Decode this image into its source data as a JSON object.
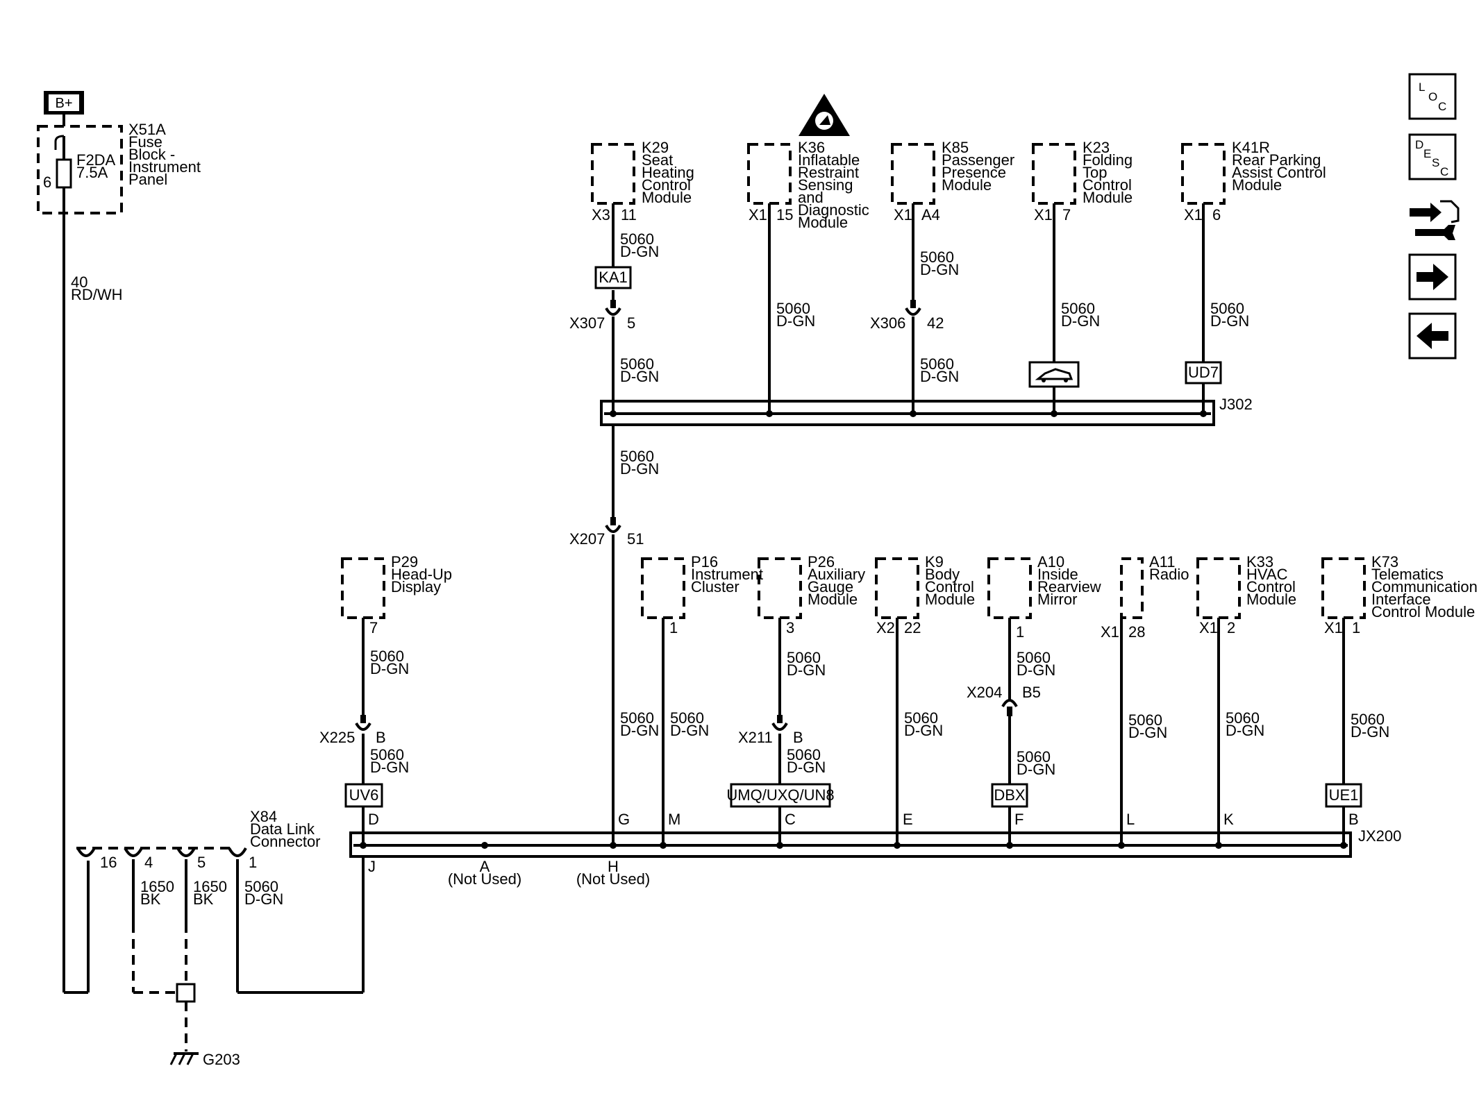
{
  "power": {
    "label": "B+"
  },
  "fuse_block": {
    "name": "X51A",
    "desc": [
      "Fuse",
      "Block -",
      "Instrument",
      "Panel"
    ],
    "fuse": "F2DA",
    "rating": "7.5A",
    "pin": "6"
  },
  "main_feed": {
    "circuit": "40",
    "color": "RD/WH"
  },
  "top_modules": [
    {
      "id": "K29",
      "desc": [
        "Seat",
        "Heating",
        "Control",
        "Module"
      ],
      "conn": "X3",
      "pin": "11"
    },
    {
      "id": "K36",
      "desc": [
        "Inflatable",
        "Restraint",
        "Sensing",
        "and",
        "Diagnostic",
        "Module"
      ],
      "conn": "X1",
      "pin": "15"
    },
    {
      "id": "K85",
      "desc": [
        "Passenger",
        "Presence",
        "Module"
      ],
      "conn": "X1",
      "pin": "A4"
    },
    {
      "id": "K23",
      "desc": [
        "Folding",
        "Top",
        "Control",
        "Module"
      ],
      "conn": "X1",
      "pin": "7"
    },
    {
      "id": "K41R",
      "desc": [
        "Rear Parking",
        "Assist Control",
        "Module"
      ],
      "conn": "X1",
      "pin": "6"
    }
  ],
  "bottom_modules": [
    {
      "id": "P29",
      "desc": [
        "Head-Up",
        "Display"
      ],
      "conn": "",
      "pin": "7"
    },
    {
      "id": "P16",
      "desc": [
        "Instrument",
        "Cluster"
      ],
      "conn": "",
      "pin": "1"
    },
    {
      "id": "P26",
      "desc": [
        "Auxiliary",
        "Gauge",
        "Module"
      ],
      "conn": "",
      "pin": "3"
    },
    {
      "id": "K9",
      "desc": [
        "Body",
        "Control",
        "Module"
      ],
      "conn": "X2",
      "pin": "22"
    },
    {
      "id": "A10",
      "desc": [
        "Inside",
        "Rearview",
        "Mirror"
      ],
      "conn": "",
      "pin": "1"
    },
    {
      "id": "A11",
      "desc": [
        "Radio"
      ],
      "conn": "X1",
      "pin": "28"
    },
    {
      "id": "K33",
      "desc": [
        "HVAC",
        "Control",
        "Module"
      ],
      "conn": "X1",
      "pin": "2"
    },
    {
      "id": "K73",
      "desc": [
        "Telematics",
        "Communication",
        "Interface",
        "Control Module"
      ],
      "conn": "X1",
      "pin": "1"
    }
  ],
  "inline_connectors": [
    {
      "name": "X307",
      "pin": "5"
    },
    {
      "name": "X306",
      "pin": "42"
    },
    {
      "name": "X207",
      "pin": "51"
    },
    {
      "name": "X225",
      "pin": "B"
    },
    {
      "name": "X211",
      "pin": "B"
    },
    {
      "name": "X204",
      "pin": "B5"
    }
  ],
  "options": [
    "KA1",
    "UD7",
    "UV6",
    "UMQ/UXQ/UN8",
    "DBX",
    "UE1"
  ],
  "splices": {
    "top": "J302",
    "bottom": "JX200"
  },
  "bus_pins": [
    "D",
    "G",
    "M",
    "C",
    "E",
    "F",
    "L",
    "K",
    "B",
    "J",
    "A",
    "H"
  ],
  "not_used": "(Not Used)",
  "wire": {
    "circuit": "5060",
    "color": "D-GN"
  },
  "dlc": {
    "name": "X84",
    "desc": [
      "Data Link",
      "Connector"
    ],
    "pins": [
      "16",
      "4",
      "5",
      "1"
    ]
  },
  "ground_wire": {
    "circuit": "1650",
    "color": "BK"
  },
  "ground": "G203",
  "nav": {
    "loc": [
      "L",
      "O",
      "C"
    ],
    "desc": [
      "D",
      "E",
      "S",
      "C"
    ]
  }
}
